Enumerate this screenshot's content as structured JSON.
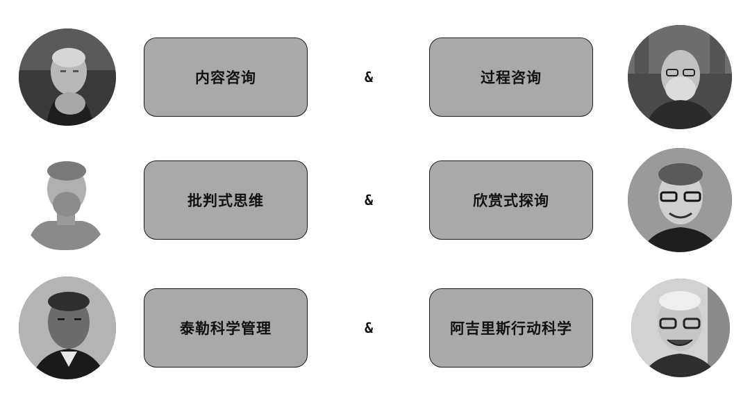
{
  "rows": [
    {
      "left_label": "内容咨询",
      "connector": "&",
      "right_label": "过程咨询",
      "left_portrait": "portrait-elderly-man-hands-clasped",
      "right_portrait": "portrait-bearded-man-glasses"
    },
    {
      "left_label": "批判式思维",
      "connector": "&",
      "right_label": "欣赏式探询",
      "left_portrait": "portrait-classical-bust",
      "right_portrait": "portrait-smiling-man-glasses"
    },
    {
      "left_label": "泰勒科学管理",
      "connector": "&",
      "right_label": "阿吉里斯行动科学",
      "left_portrait": "portrait-vintage-man",
      "right_portrait": "portrait-elderly-smiling-man-glasses"
    }
  ],
  "colors": {
    "box_fill": "#a9a9a9",
    "box_border": "#1a1a1a",
    "text": "#111111",
    "background": "#ffffff"
  }
}
